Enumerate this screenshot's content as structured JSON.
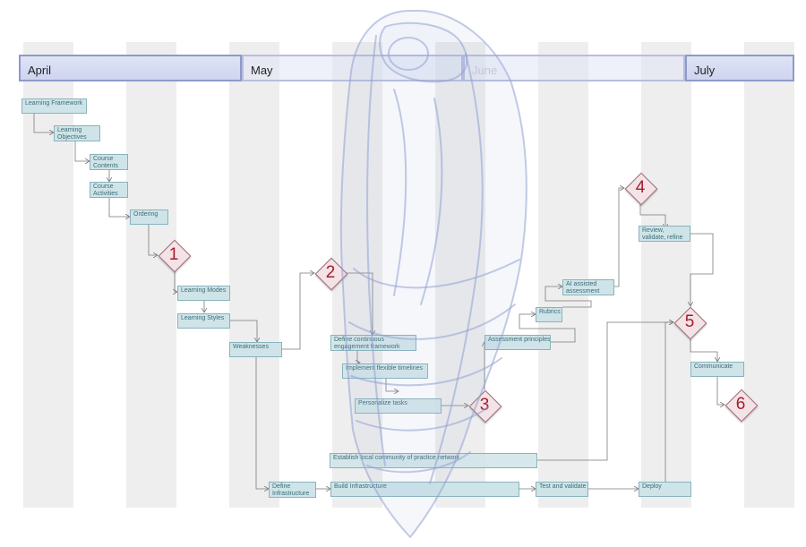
{
  "months": [
    "April",
    "May",
    "June",
    "July"
  ],
  "tasks": {
    "learning_framework": "Learning Framework",
    "learning_objectives": "Learning Objectives",
    "course_contents": "Course Contents",
    "course_activities": "Course Activities",
    "ordering": "Ordering",
    "learning_modes": "Learning Modes",
    "learning_styles": "Learning Styles",
    "weaknesses": "Weaknesses",
    "define_infrastructure": "Define Infrastructure",
    "build_infrastructure": "Build Infrastructure",
    "test_and_validate": "Test and validate",
    "deploy": "Deploy",
    "define_engagement": "Define continuous engagement  framework",
    "implement_timelines": "Implement flexible timelines",
    "personalize_tasks": "Personalize tasks",
    "local_community": "Establish local community of practice network",
    "assessment_principles": "Assessment principles",
    "rubrics": "Rubrics",
    "ai_assessment": "AI assisted assessment",
    "review_validate": "Review, validate, refine",
    "communicate": "Communicate"
  },
  "milestones": [
    "1",
    "2",
    "3",
    "4",
    "5",
    "6"
  ],
  "colors": {
    "task_fill": "#cfe4e8",
    "task_border": "#88b3bd",
    "milestone_fill": "#f3e3e6",
    "milestone_number": "#a51c2c",
    "month_band": "#cfd5ef"
  }
}
